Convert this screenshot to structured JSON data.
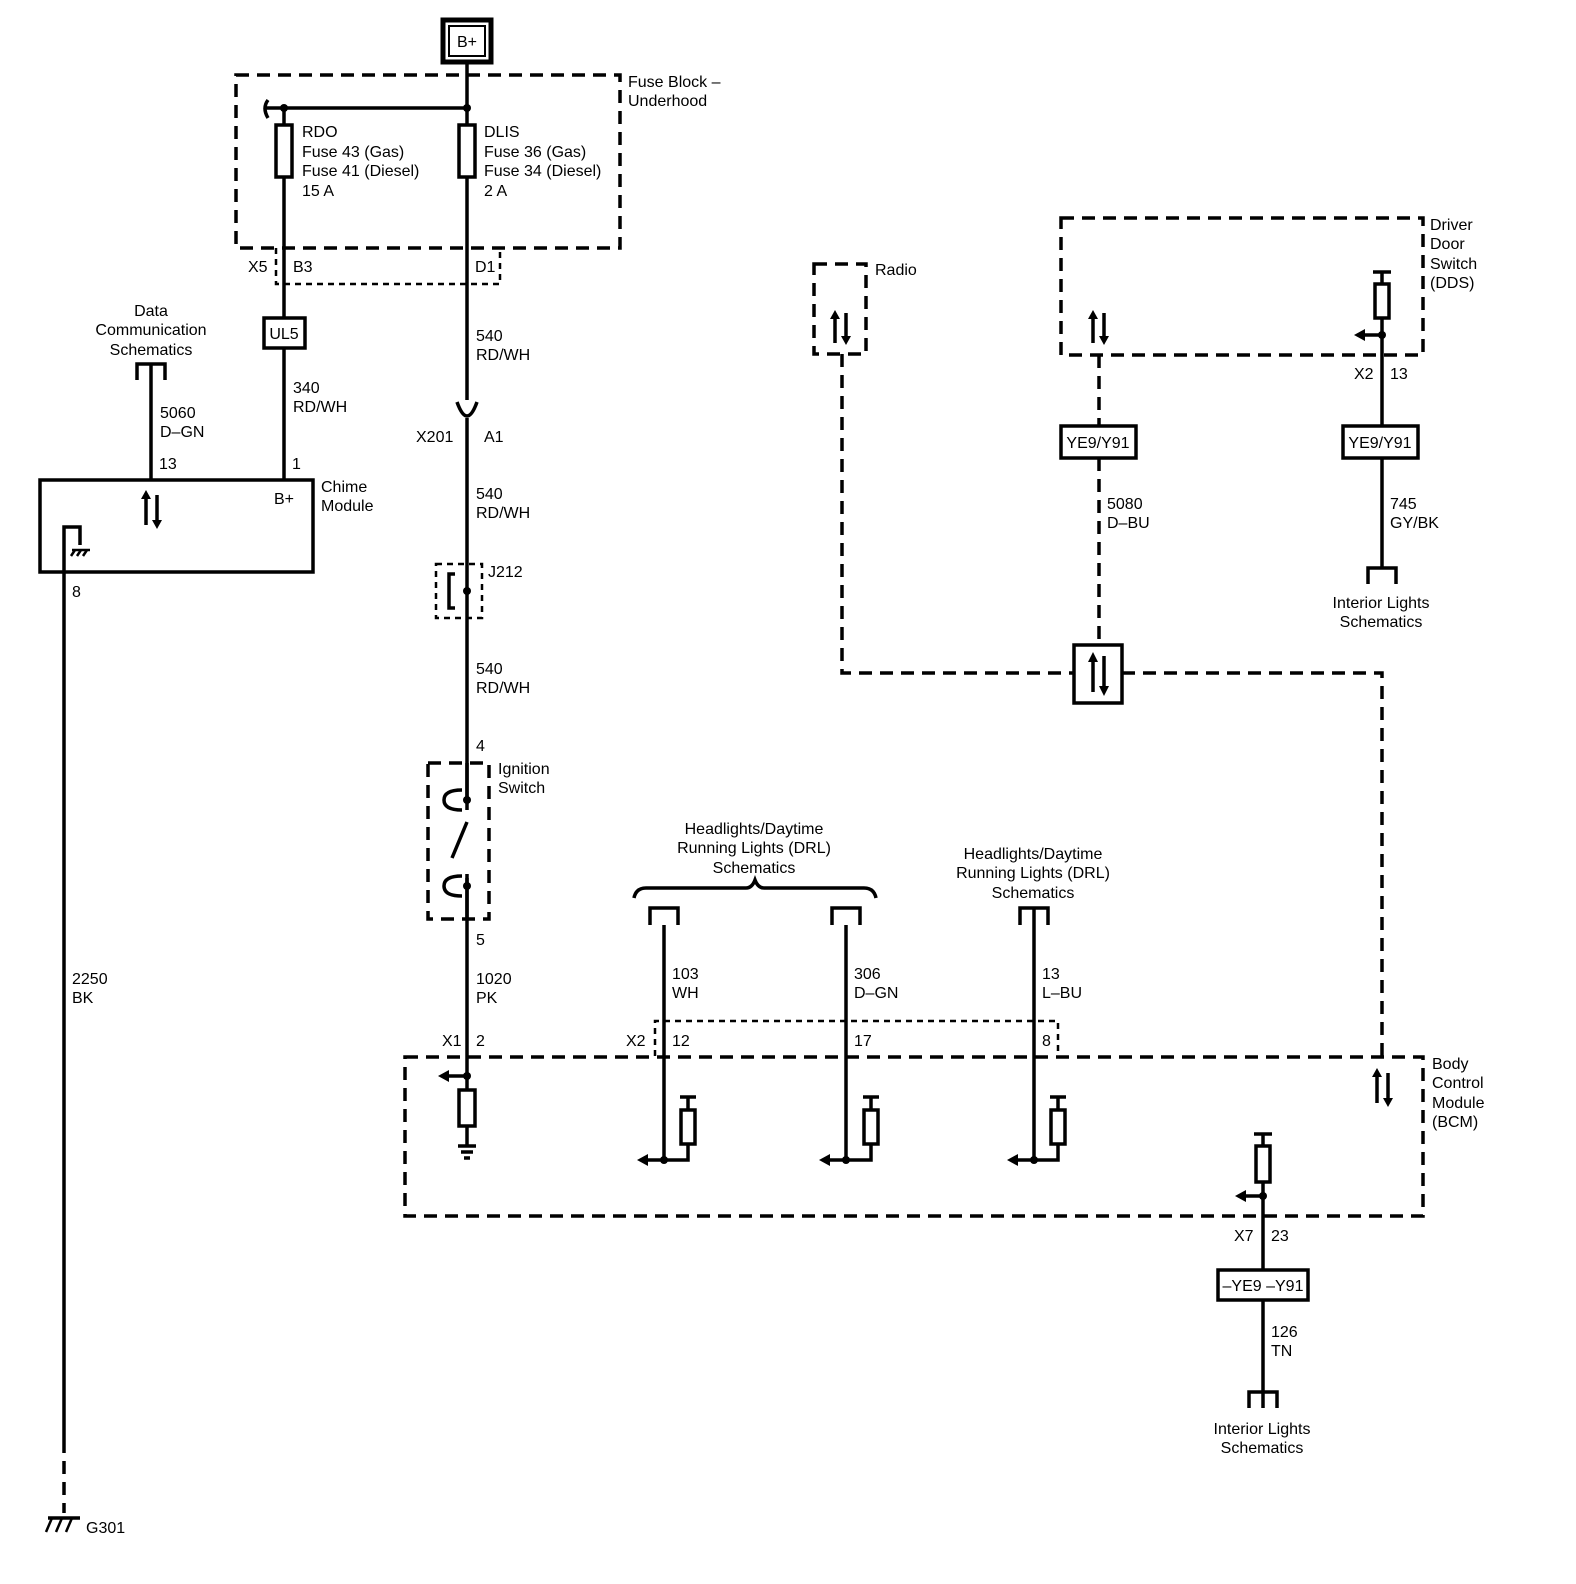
{
  "power": {
    "label": "B+"
  },
  "fuse_block": {
    "label_line1": "Fuse Block –",
    "label_line2": "Underhood"
  },
  "fuse_rdo": {
    "line1": "RDO",
    "line2": "Fuse 43 (Gas)",
    "line3": "Fuse 41 (Diesel)",
    "line4": "15 A"
  },
  "fuse_dlis": {
    "line1": "DLIS",
    "line2": "Fuse 36 (Gas)",
    "line3": "Fuse 34 (Diesel)",
    "line4": "2 A"
  },
  "fuse_connector": {
    "name": "X5",
    "pin_rdo": "B3",
    "pin_dlis": "D1"
  },
  "ul5": {
    "label": "UL5"
  },
  "wire_340": {
    "num": "340",
    "color": "RD/WH"
  },
  "data_comm": {
    "line1": "Data",
    "line2": "Communication",
    "line3": "Schematics"
  },
  "wire_5060": {
    "num": "5060",
    "color": "D–GN"
  },
  "chime": {
    "pin_data": "13",
    "pin_bplus": "1",
    "bplus_label": "B+",
    "name_line1": "Chime",
    "name_line2": "Module",
    "pin_ground": "8"
  },
  "wire_2250": {
    "num": "2250",
    "color": "BK"
  },
  "ground": {
    "label": "G301"
  },
  "wire_540_a": {
    "num": "540",
    "color": "RD/WH"
  },
  "x201": {
    "name": "X201",
    "pin": "A1"
  },
  "wire_540_b": {
    "num": "540",
    "color": "RD/WH"
  },
  "j212": {
    "label": "J212"
  },
  "wire_540_c": {
    "num": "540",
    "color": "RD/WH"
  },
  "ignition": {
    "pin_in": "4",
    "pin_out": "5",
    "name_line1": "Ignition",
    "name_line2": "Switch"
  },
  "wire_1020": {
    "num": "1020",
    "color": "PK"
  },
  "x1": {
    "name": "X1",
    "pin": "2"
  },
  "drl_group1": {
    "line1": "Headlights/Daytime",
    "line2": "Running Lights (DRL)",
    "line3": "Schematics"
  },
  "wire_103": {
    "num": "103",
    "color": "WH"
  },
  "wire_306": {
    "num": "306",
    "color": "D–GN"
  },
  "drl_group2": {
    "line1": "Headlights/Daytime",
    "line2": "Running Lights (DRL)",
    "line3": "Schematics"
  },
  "wire_13": {
    "num": "13",
    "color": "L–BU"
  },
  "x2_bcm": {
    "name": "X2",
    "pin_103": "12",
    "pin_306": "17",
    "pin_13": "8"
  },
  "radio": {
    "label": "Radio"
  },
  "dds": {
    "line1": "Driver",
    "line2": "Door",
    "line3": "Switch",
    "line4": "(DDS)"
  },
  "dds_connector": {
    "name": "X2",
    "pin": "13"
  },
  "option_left": {
    "label": "YE9/Y91"
  },
  "option_right": {
    "label": "YE9/Y91"
  },
  "wire_5080": {
    "num": "5080",
    "color": "D–BU"
  },
  "wire_745": {
    "num": "745",
    "color": "GY/BK"
  },
  "interior_top": {
    "line1": "Interior Lights",
    "line2": "Schematics"
  },
  "bcm": {
    "line1": "Body",
    "line2": "Control",
    "line3": "Module",
    "line4": "(BCM)"
  },
  "x7": {
    "name": "X7",
    "pin": "23"
  },
  "option_bottom": {
    "label": "–YE9 –Y91"
  },
  "wire_126": {
    "num": "126",
    "color": "TN"
  },
  "interior_bottom": {
    "line1": "Interior Lights",
    "line2": "Schematics"
  }
}
